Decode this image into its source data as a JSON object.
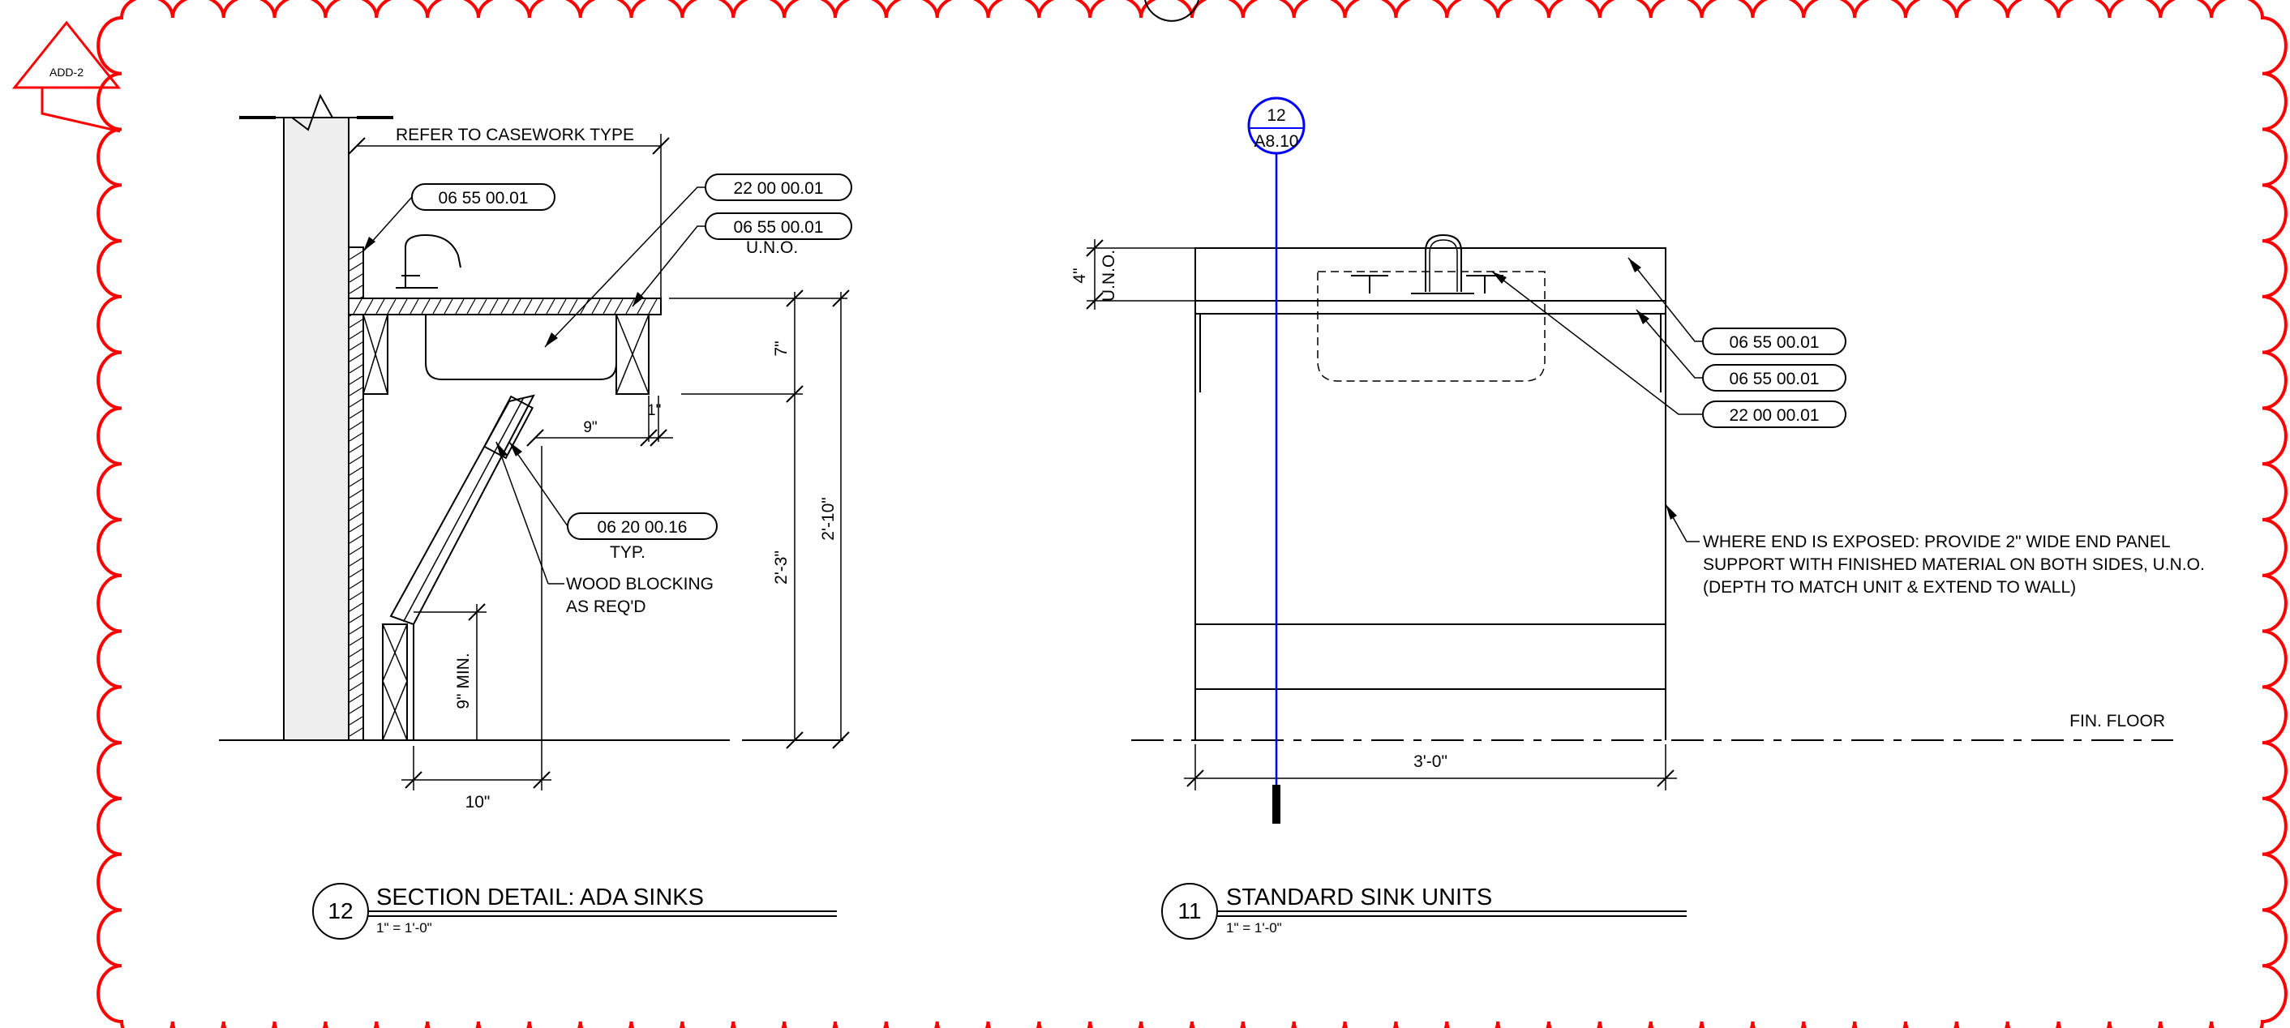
{
  "revision": {
    "tag": "ADD-2",
    "color": "#ff0000"
  },
  "colors": {
    "cloud": "#ff0000",
    "section_line": "#0000ff",
    "ink": "#000000"
  },
  "section_marker": {
    "number": "12",
    "sheet": "A8.10"
  },
  "detail_12": {
    "number": "12",
    "title": "SECTION DETAIL: ADA SINKS",
    "scale": "1\" = 1'-0\"",
    "note_top": "REFER TO CASEWORK TYPE",
    "tags": [
      "06 55 00.01",
      "22 00 00.01",
      "06 55 00.01",
      "06 20 00.16"
    ],
    "tag_note_uno": "U.N.O.",
    "tag_note_typ": "TYP.",
    "note_blocking_1": "WOOD BLOCKING",
    "note_blocking_2": "AS REQ'D",
    "dims": {
      "apron": "7\"",
      "toe": "1\"",
      "recess": "9\"",
      "clear_height": "2'-3\"",
      "counter_height": "2'-10\"",
      "knee_min": "9\" MIN.",
      "knee_depth": "10\""
    }
  },
  "detail_11": {
    "number": "11",
    "title": "STANDARD SINK UNITS",
    "scale": "1\" = 1'-0\"",
    "backsplash_dim": "4\"",
    "backsplash_note": "U.N.O.",
    "tags": [
      "06 55 00.01",
      "06 55 00.01",
      "22 00 00.01"
    ],
    "note_lines": [
      "WHERE END IS EXPOSED: PROVIDE 2\" WIDE END PANEL",
      "SUPPORT WITH FINISHED MATERIAL ON BOTH SIDES, U.N.O.",
      "(DEPTH TO MATCH UNIT & EXTEND TO WALL)"
    ],
    "floor_label": "FIN. FLOOR",
    "width_dim": "3'-0\""
  }
}
